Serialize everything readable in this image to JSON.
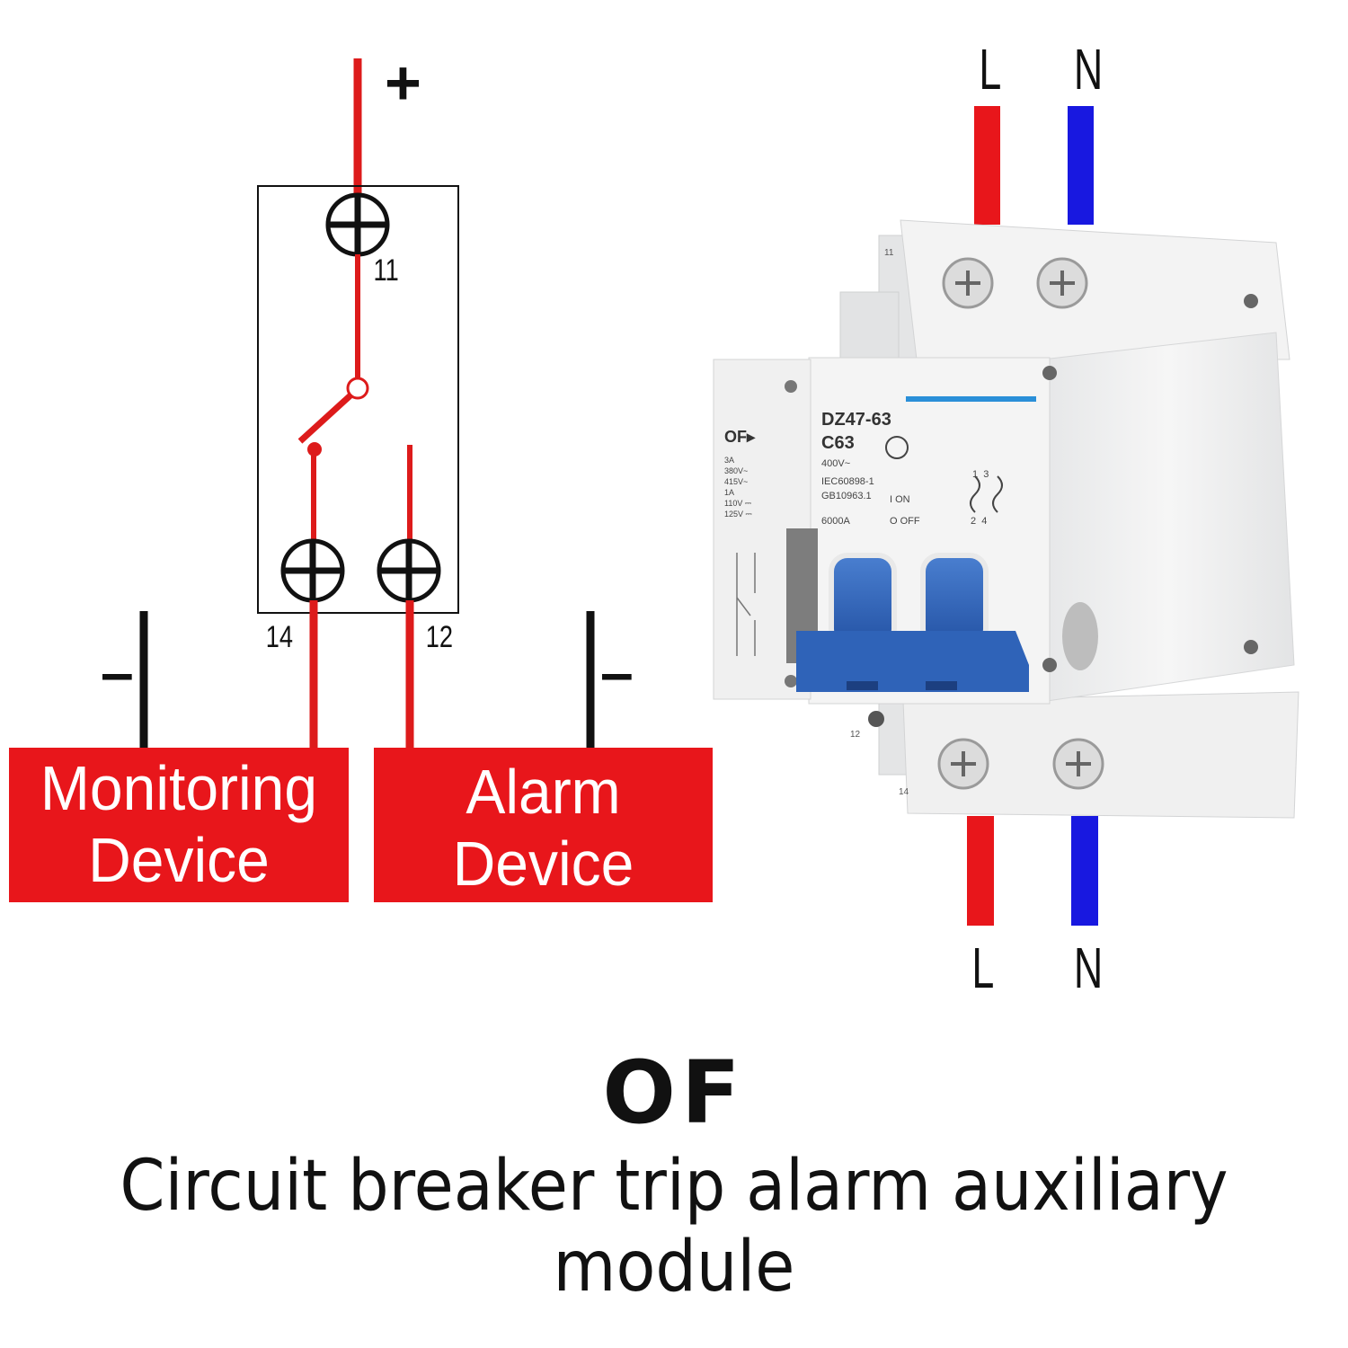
{
  "diagram": {
    "plus_symbol": "+",
    "minus_left": "–",
    "minus_right": "–",
    "terminal_top": "11",
    "terminal_left": "14",
    "terminal_right": "12",
    "monitoring_box": {
      "line1": "Monitoring",
      "line2": "Device"
    },
    "alarm_box": {
      "line1": "Alarm",
      "line2": "Device"
    },
    "colors": {
      "wire": "#dd1b1b",
      "box_fill": "#e8161b",
      "neutral": "#1818e0",
      "black": "#111111"
    }
  },
  "breaker": {
    "top_labels": {
      "left": "L",
      "right": "N"
    },
    "bottom_labels": {
      "left": "L",
      "right": "N"
    },
    "model": "DZ47-63",
    "rating": "C63",
    "voltage": "400V~",
    "standard1": "IEC60898-1",
    "standard2": "GB10963.1",
    "breaking": "6000A",
    "on_label": "I ON",
    "off_label": "O OFF",
    "aux_label": "OF▸",
    "aux_specs": [
      "3A",
      "380V~",
      "415V~",
      "1A",
      "110V ⎓",
      "125V ⎓"
    ],
    "aux_terminal_top": "11",
    "aux_terminal_mid": "12",
    "aux_terminal_bottom": "14",
    "circuit_nums_top": "1  3",
    "circuit_nums_bottom": "2  4",
    "colors": {
      "body": "#f1f2f2",
      "handle": "#2f63b8",
      "stripe": "#2a8fd8"
    }
  },
  "caption": {
    "title": "OF",
    "subtitle": "Circuit breaker trip alarm auxiliary module"
  }
}
